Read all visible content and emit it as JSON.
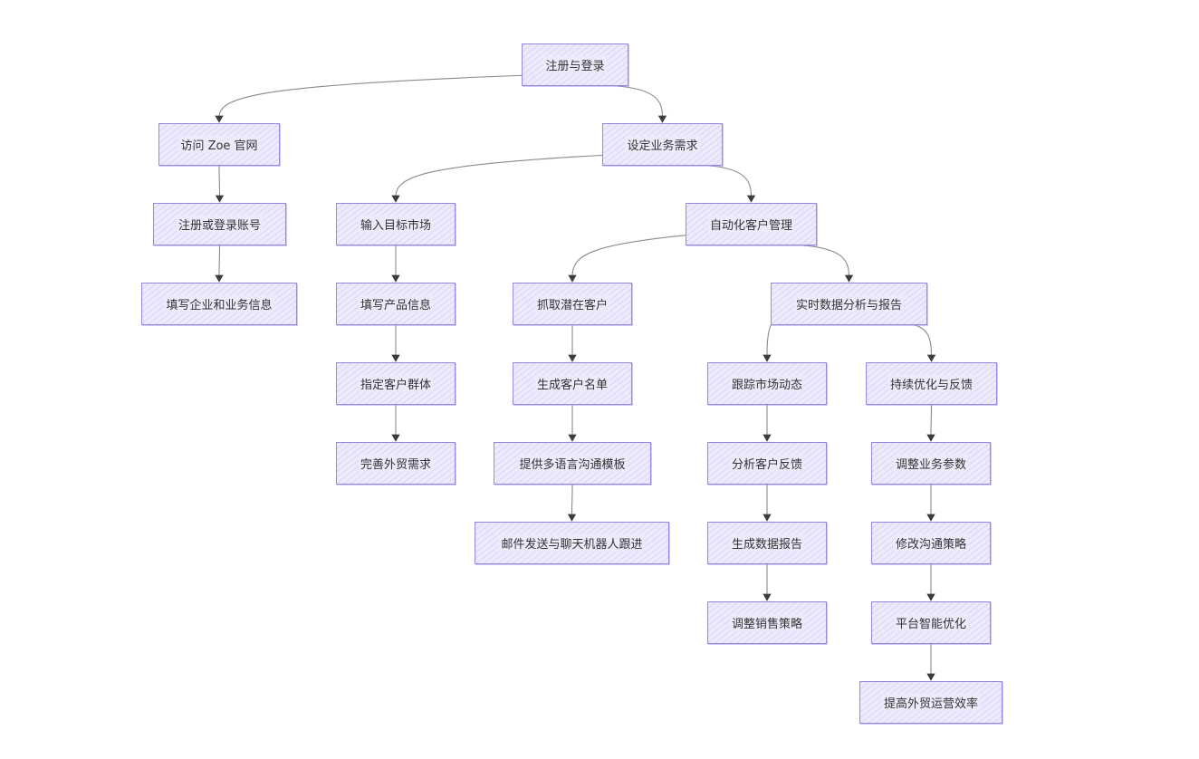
{
  "diagram": {
    "type": "flowchart",
    "nodes": {
      "register_login": "注册与登录",
      "visit_site": "访问 Zoe 官网",
      "set_needs": "设定业务需求",
      "signup_account": "注册或登录账号",
      "fill_company_info": "填写企业和业务信息",
      "input_market": "输入目标市场",
      "auto_crm": "自动化客户管理",
      "fill_product": "填写产品信息",
      "capture_leads": "抓取潜在客户",
      "realtime_analysis": "实时数据分析与报告",
      "target_group": "指定客户群体",
      "gen_list": "生成客户名单",
      "track_market": "跟踪市场动态",
      "optimize_feedback": "持续优化与反馈",
      "refine_trade": "完善外贸需求",
      "multilang_templates": "提供多语言沟通模板",
      "analyze_feedback": "分析客户反馈",
      "adjust_params": "调整业务参数",
      "email_chatbot": "邮件发送与聊天机器人跟进",
      "gen_report": "生成数据报告",
      "modify_strategy": "修改沟通策略",
      "adjust_sales": "调整销售策略",
      "platform_ai": "平台智能优化",
      "improve_efficiency": "提高外贸运营效率"
    },
    "edges": [
      [
        "register_login",
        "visit_site"
      ],
      [
        "register_login",
        "set_needs"
      ],
      [
        "visit_site",
        "signup_account"
      ],
      [
        "signup_account",
        "fill_company_info"
      ],
      [
        "set_needs",
        "input_market"
      ],
      [
        "set_needs",
        "auto_crm"
      ],
      [
        "input_market",
        "fill_product"
      ],
      [
        "fill_product",
        "target_group"
      ],
      [
        "target_group",
        "refine_trade"
      ],
      [
        "auto_crm",
        "capture_leads"
      ],
      [
        "auto_crm",
        "realtime_analysis"
      ],
      [
        "capture_leads",
        "gen_list"
      ],
      [
        "gen_list",
        "multilang_templates"
      ],
      [
        "multilang_templates",
        "email_chatbot"
      ],
      [
        "realtime_analysis",
        "track_market"
      ],
      [
        "realtime_analysis",
        "optimize_feedback"
      ],
      [
        "track_market",
        "analyze_feedback"
      ],
      [
        "analyze_feedback",
        "gen_report"
      ],
      [
        "gen_report",
        "adjust_sales"
      ],
      [
        "optimize_feedback",
        "adjust_params"
      ],
      [
        "adjust_params",
        "modify_strategy"
      ],
      [
        "modify_strategy",
        "platform_ai"
      ],
      [
        "platform_ai",
        "improve_efficiency"
      ]
    ],
    "colors": {
      "node_fill": "#ecebfb",
      "node_border": "#9a86e6",
      "edge": "#8a8a8a",
      "arrow": "#3c3c3c",
      "text": "#333333"
    }
  }
}
